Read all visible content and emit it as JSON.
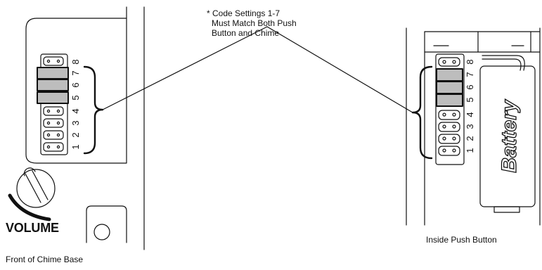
{
  "note": {
    "line1": "* Code Settings 1-7",
    "line2": "Must Match Both Push",
    "line3": "Button and Chime"
  },
  "chime": {
    "caption": "Front of Chime Base",
    "volume_label": "VOLUME",
    "switch_numbers": [
      "1",
      "2",
      "3",
      "4",
      "5",
      "6",
      "7",
      "8"
    ],
    "switches_on": [
      5,
      6,
      7
    ]
  },
  "push_button": {
    "caption": "Inside Push Button",
    "battery_label": "Battery",
    "switch_numbers": [
      "1",
      "2",
      "3",
      "4",
      "5",
      "6",
      "7",
      "8"
    ],
    "switches_on": [
      5,
      6,
      7
    ]
  }
}
